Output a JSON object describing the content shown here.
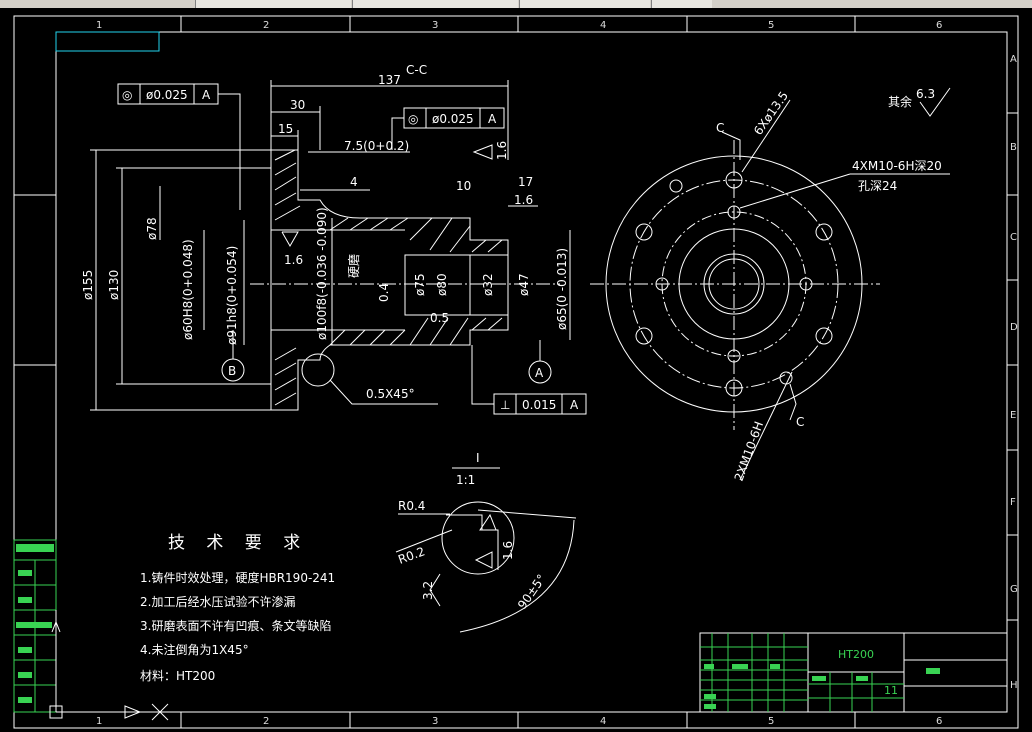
{
  "zone_numbers": [
    "1",
    "2",
    "3",
    "4",
    "5",
    "6"
  ],
  "zone_letters": [
    "A",
    "B",
    "C",
    "D",
    "E",
    "F",
    "G",
    "H"
  ],
  "section": {
    "label": "C-C",
    "dims": [
      "137",
      "30",
      "15",
      "7.5(0+0.2)",
      "4",
      "10",
      "17",
      "1.6",
      "ø78",
      "ø155",
      "ø130",
      "ø60H8(0+0.048)",
      "ø91h8(0+0.054)",
      "ø100f8(-0.036 -0.090)",
      "ø75",
      "ø80",
      "ø32",
      "ø47",
      "ø65(0 -0.013)",
      "0.4",
      "1.6",
      "0.5",
      "0.5X45°",
      "1.6",
      "硬磨"
    ],
    "tol_top_left": {
      "sym": "◎",
      "val": "ø0.025",
      "ref": "A"
    },
    "tol_top_mid": {
      "sym": "◎",
      "val": "ø0.025",
      "ref": "A"
    },
    "tol_bottom": {
      "sym": "⊥",
      "val": "0.015",
      "ref": "A"
    },
    "datum_b": "B",
    "datum_a": "A"
  },
  "front_view": {
    "c_top": "C",
    "c_bottom": "C",
    "holes_6": "6Xø13.5",
    "threads_4": "4XM10-6H深20",
    "hole_depth": "孔深24",
    "threads_2": "2XM10-6H"
  },
  "roughness_other": {
    "label": "其余",
    "value": "6.3"
  },
  "detail": {
    "label": "I",
    "scale": "1:1",
    "r1": "R0.4",
    "r2": "R0.2",
    "v1": "3.2",
    "v2": "1.6",
    "angle": "90±5°"
  },
  "requirements": {
    "title": "技 术 要 求",
    "items": [
      "1.铸件时效处理，硬度HBR190-241",
      "2.加工后经水压试验不许渗漏",
      "3.研磨表面不许有凹痕、条文等缺陷",
      "4.未注倒角为1X45°"
    ],
    "material": "材料：HT200"
  },
  "title_block": {
    "material": "HT200",
    "qty": "11"
  }
}
